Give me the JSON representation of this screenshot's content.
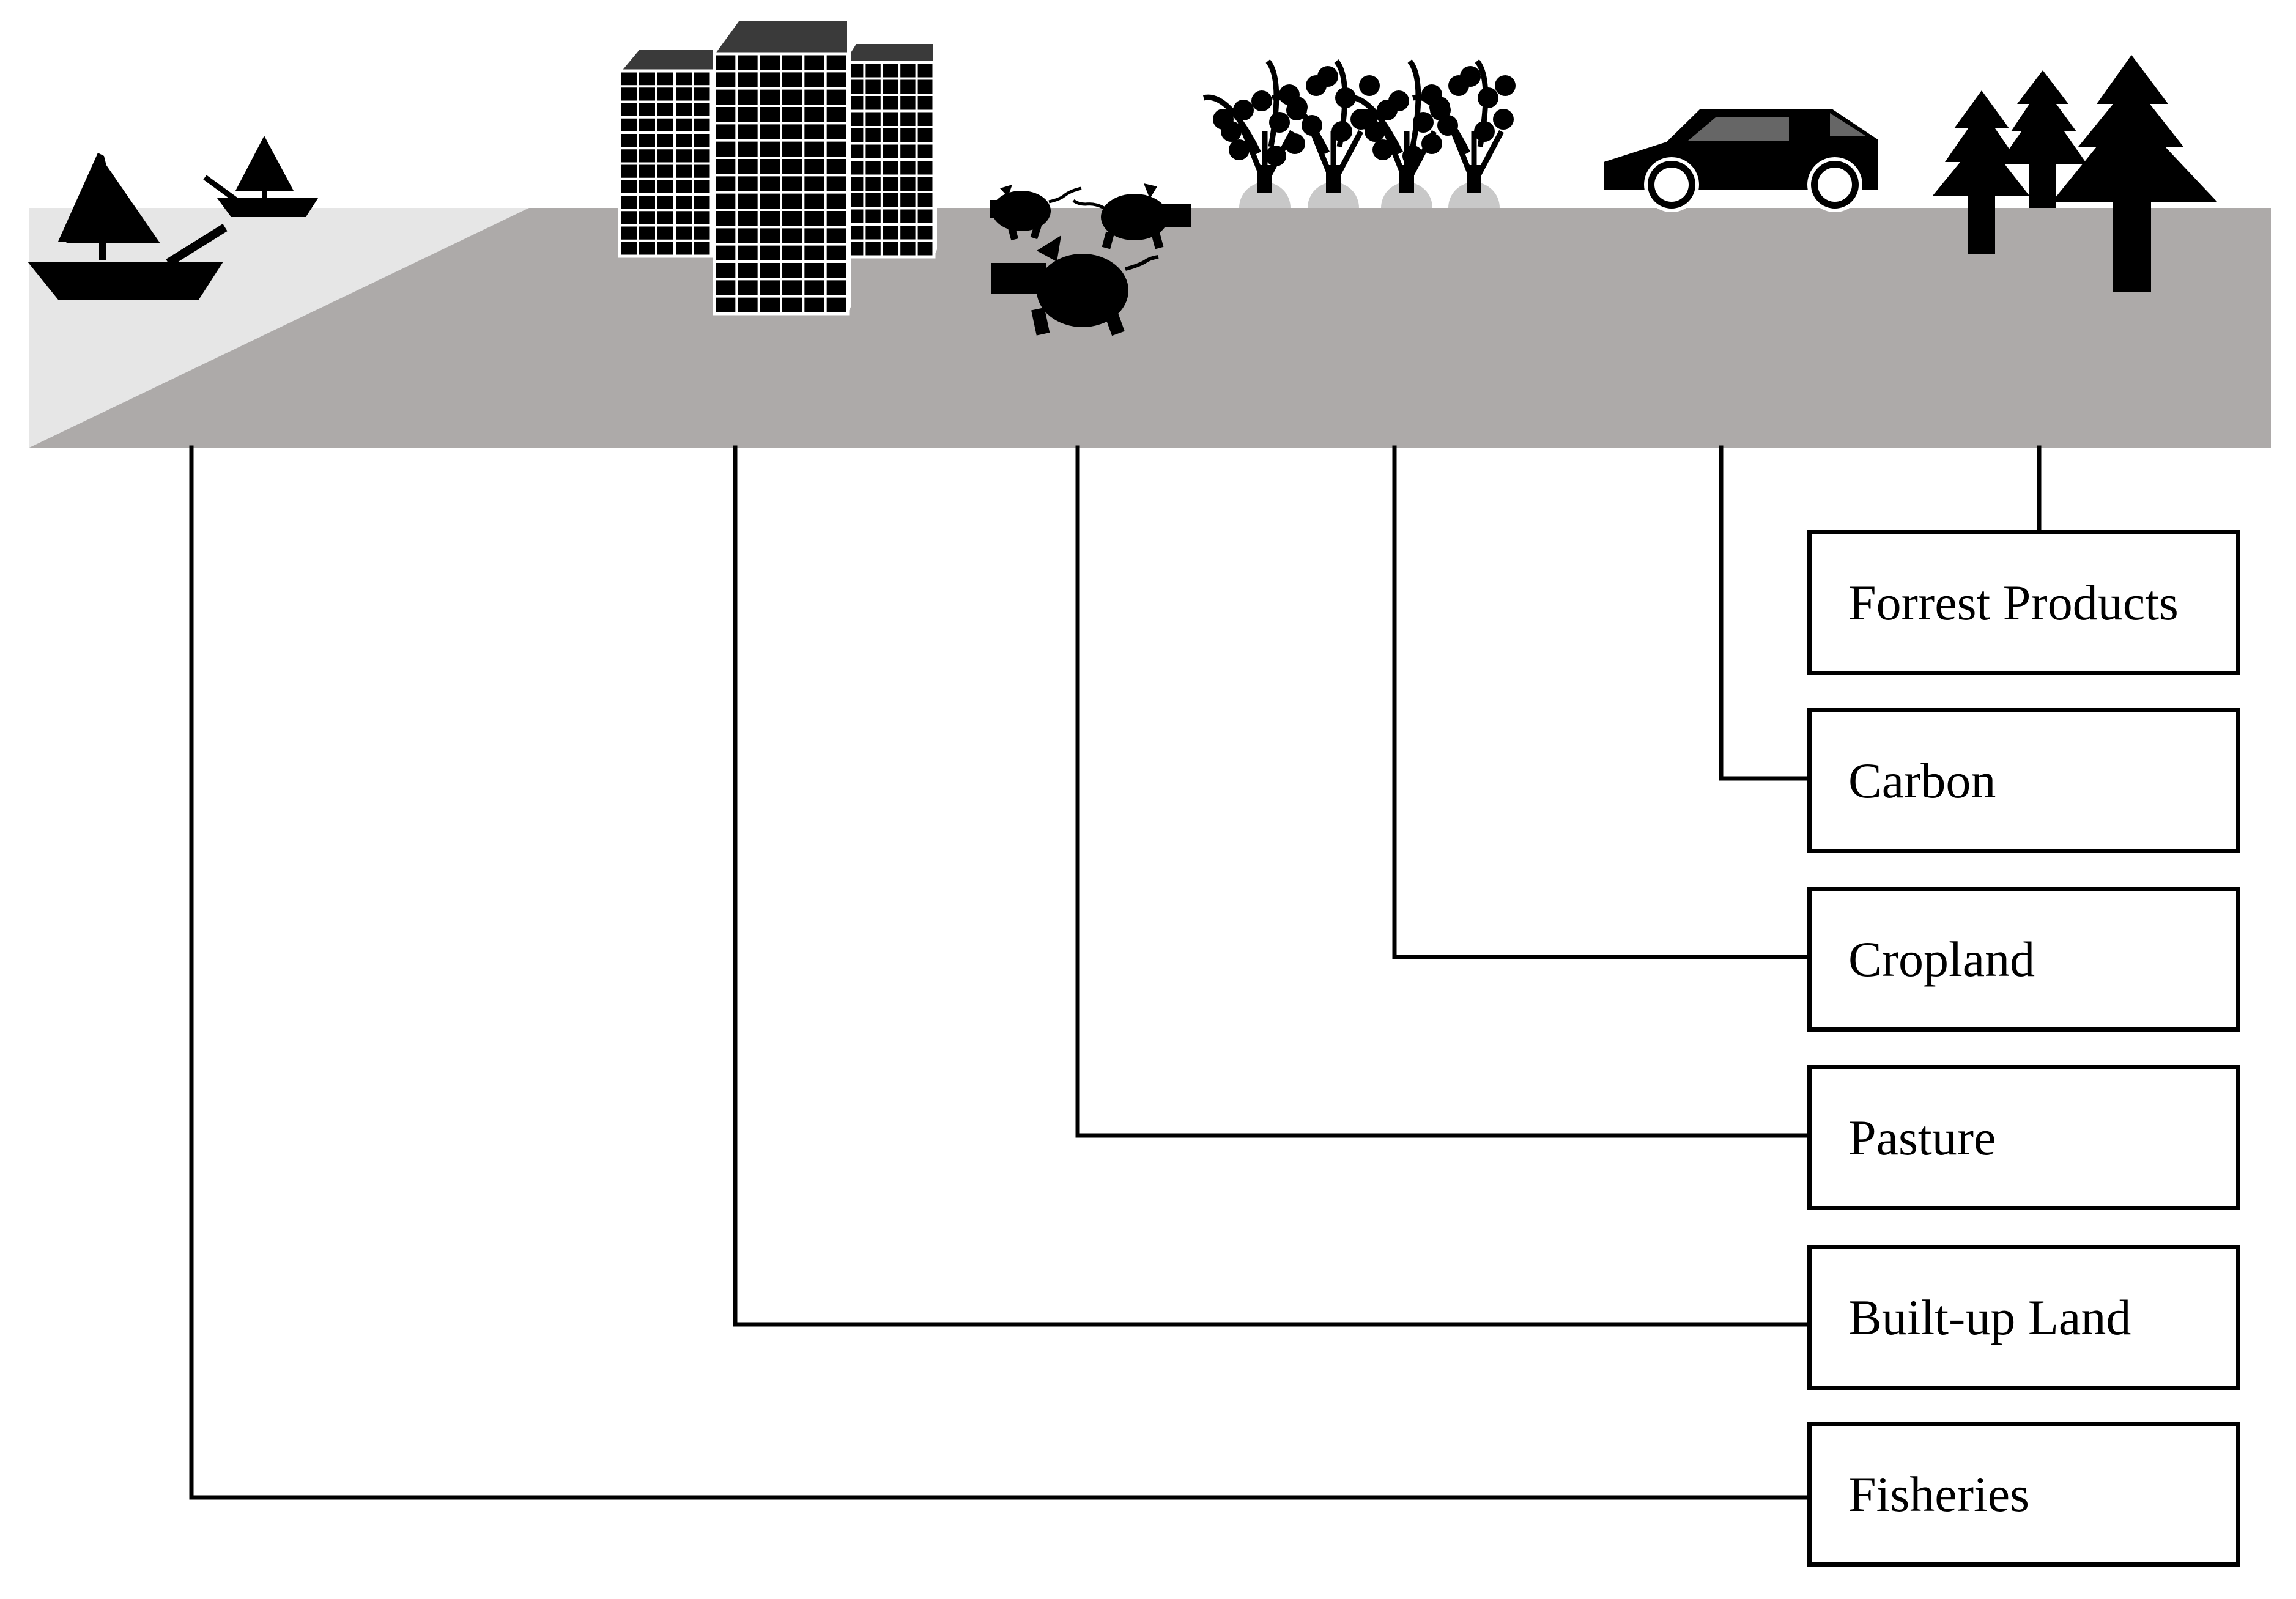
{
  "colors": {
    "ground": "#adaaa9",
    "water": "#e6e6e6",
    "ink": "#000000",
    "building_window": "#ffffff"
  },
  "icons": [
    "sailboat-icon",
    "building-icon",
    "pig-icon",
    "crop-icon",
    "car-icon",
    "tree-icon"
  ],
  "labels": {
    "forest": "Forrest Products",
    "carbon": "Carbon",
    "cropland": "Cropland",
    "pasture": "Pasture",
    "builtup": "Built-up Land",
    "fisheries": "Fisheries"
  }
}
